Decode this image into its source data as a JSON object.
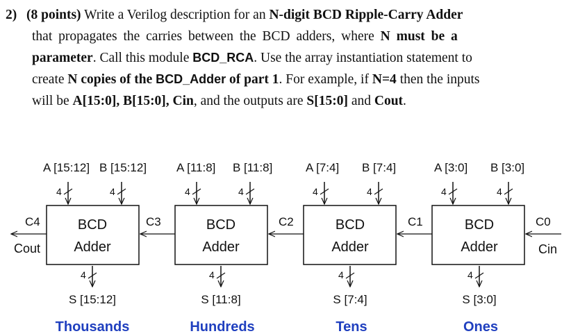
{
  "question": {
    "number": "2)",
    "points": "(8 points)",
    "l1_a": "Write a Verilog description for an",
    "l1_b": "N-digit BCD Ripple-Carry Adder",
    "l2": "that propagates the carries between the BCD adders, where",
    "l2_b": "N must be a",
    "l3_b": "parameter",
    "l3_a": ". Call this module",
    "l3_mod": "BCD_RCA",
    "l3_c": ". Use the array instantiation statement to",
    "l4_a": "create",
    "l4_b": "N copies of the",
    "l4_mod": "BCD_Adder",
    "l4_c": "of part 1",
    "l4_d": ". For example, if",
    "l4_e": "N=4",
    "l4_f": "then the inputs",
    "l5_a": "will be",
    "l5_b": "A[15:0], B[15:0], Cin",
    "l5_c": ", and the outputs are",
    "l5_d": "S[15:0]",
    "l5_e": "and",
    "l5_f": "Cout",
    "l5_g": "."
  },
  "diagram": {
    "adders": [
      {
        "line1": "BCD",
        "line2": "Adder",
        "a": "A [15:12]",
        "b": "B [15:12]",
        "s": "S [15:12]",
        "label": "Thousands"
      },
      {
        "line1": "BCD",
        "line2": "Adder",
        "a": "A [11:8]",
        "b": "B [11:8]",
        "s": "S [11:8]",
        "label": "Hundreds"
      },
      {
        "line1": "BCD",
        "line2": "Adder",
        "a": "A [7:4]",
        "b": "B [7:4]",
        "s": "S [7:4]",
        "label": "Tens"
      },
      {
        "line1": "BCD",
        "line2": "Adder",
        "a": "A [3:0]",
        "b": "B [3:0]",
        "s": "S [3:0]",
        "label": "Ones"
      }
    ],
    "bus_width": "4",
    "carries": {
      "c4": "C4",
      "c3": "C3",
      "c2": "C2",
      "c1": "C1",
      "c0": "C0"
    },
    "cout": "Cout",
    "cin": "Cin",
    "label_color": "#1f3fbf"
  }
}
